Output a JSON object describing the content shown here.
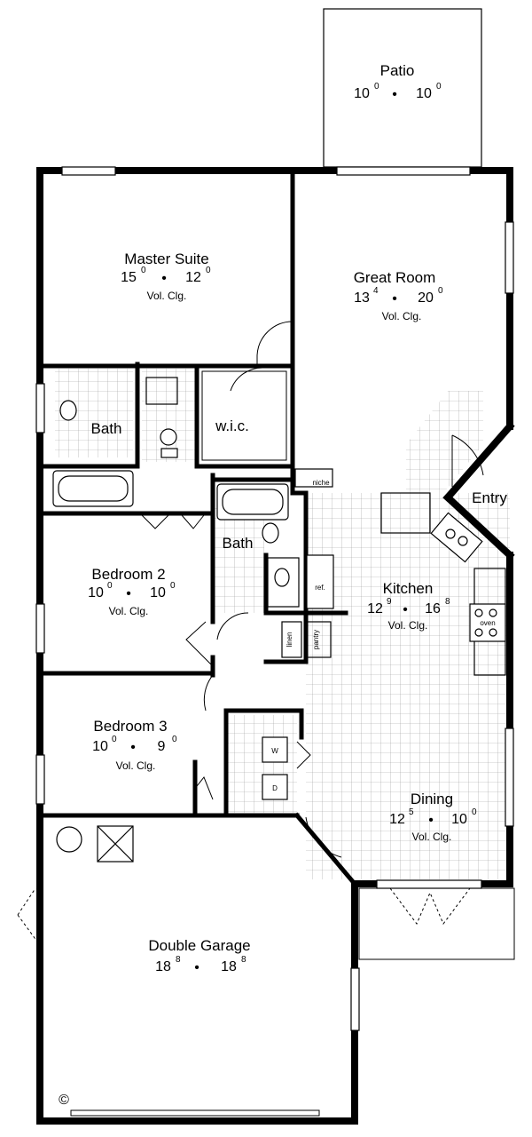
{
  "rooms": {
    "patio": {
      "name": "Patio",
      "w": "10",
      "w_in": "0",
      "d": "10",
      "d_in": "0"
    },
    "great_room": {
      "name": "Great Room",
      "w": "13",
      "w_in": "4",
      "d": "20",
      "d_in": "0",
      "note": "Vol. Clg."
    },
    "master_suite": {
      "name": "Master Suite",
      "w": "15",
      "w_in": "0",
      "d": "12",
      "d_in": "0",
      "note": "Vol. Clg."
    },
    "master_bath": {
      "name": "Bath"
    },
    "wic": {
      "name": "w.i.c."
    },
    "entry": {
      "name": "Entry"
    },
    "hall_bath": {
      "name": "Bath"
    },
    "bedroom2": {
      "name": "Bedroom 2",
      "w": "10",
      "w_in": "0",
      "d": "10",
      "d_in": "0",
      "note": "Vol. Clg."
    },
    "kitchen": {
      "name": "Kitchen",
      "w": "12",
      "w_in": "9",
      "d": "16",
      "d_in": "8",
      "note": "Vol. Clg."
    },
    "bedroom3": {
      "name": "Bedroom 3",
      "w": "10",
      "w_in": "0",
      "d": "9",
      "d_in": "0",
      "note": "Vol. Clg."
    },
    "dining": {
      "name": "Dining",
      "w": "12",
      "w_in": "5",
      "d": "10",
      "d_in": "0",
      "note": "Vol. Clg."
    },
    "garage": {
      "name": "Double Garage",
      "w": "18",
      "w_in": "8",
      "d": "18",
      "d_in": "8"
    }
  },
  "fixtures": {
    "niche": "niche",
    "ref": "ref.",
    "linen": "linen",
    "pantry": "pantry",
    "oven": "oven",
    "dryer": "D",
    "washer": "W"
  },
  "separator": "•",
  "copyright": "©"
}
